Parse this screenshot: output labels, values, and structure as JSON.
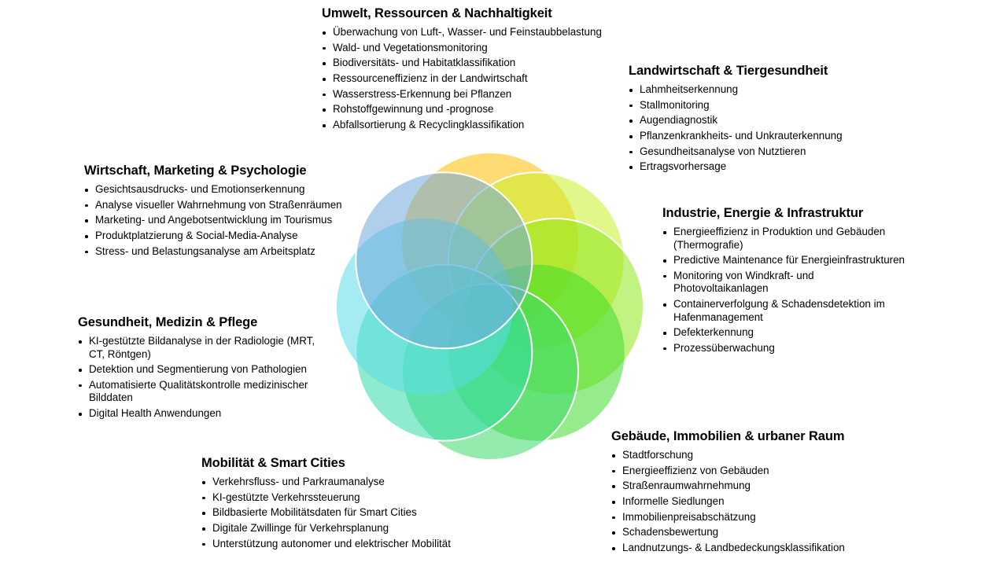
{
  "circles": [
    {
      "name": "top",
      "color": "#FFC000"
    },
    {
      "name": "top-right",
      "color": "#C8F02A"
    },
    {
      "name": "right",
      "color": "#8FE81A"
    },
    {
      "name": "bottom-right",
      "color": "#3FDC2A"
    },
    {
      "name": "bottom",
      "color": "#3CDB6A"
    },
    {
      "name": "bottom-left",
      "color": "#33DBA8"
    },
    {
      "name": "left",
      "color": "#5ADCE6"
    },
    {
      "name": "top-left",
      "color": "#6FA7DA"
    }
  ],
  "sections": [
    {
      "id": "umwelt",
      "title": "Umwelt, Ressourcen & Nachhaltigkeit",
      "items": [
        "Überwachung von Luft-, Wasser- und Feinstaubbelastung",
        "Wald- und Vegetationsmonitoring",
        "Biodiversitäts- und Habitatklassifikation",
        "Ressourceneffizienz in der Landwirtschaft",
        "Wasserstress-Erkennung bei Pflanzen",
        "Rohstoffgewinnung und -prognose",
        "Abfallsortierung & Recyclingklassifikation"
      ]
    },
    {
      "id": "landwirtschaft",
      "title": "Landwirtschaft & Tiergesundheit",
      "items": [
        "Lahmheitserkennung",
        "Stallmonitoring",
        "Augendiagnostik",
        "Pflanzenkrankheits- und Unkrauterkennung",
        "Gesundheitsanalyse von Nutztieren",
        "Ertragsvorhersage"
      ]
    },
    {
      "id": "wirtschaft",
      "title": "Wirtschaft, Marketing & Psychologie",
      "items": [
        "Gesichtsausdrucks- und Emotionserkennung",
        "Analyse visueller Wahrnehmung von Straßenräumen",
        "Marketing- und Angebotsentwicklung im Tourismus",
        "Produktplatzierung & Social-Media-Analyse",
        "Stress- und Belastungsanalyse am Arbeitsplatz"
      ]
    },
    {
      "id": "industrie",
      "title": "Industrie, Energie & Infrastruktur",
      "items": [
        "Energieeffizienz in Produktion und Gebäuden (Thermografie)",
        "Predictive Maintenance für Energieinfrastrukturen",
        "Monitoring von Windkraft- und Photovoltaikanlagen",
        "Containerverfolgung & Schadensdetektion im Hafenmanagement",
        "Defekterkennung",
        "Prozessüberwachung"
      ]
    },
    {
      "id": "gesundheit",
      "title": "Gesundheit, Medizin & Pflege",
      "items": [
        "KI-gestützte Bildanalyse in der Radiologie (MRT, CT, Röntgen)",
        "Detektion und Segmentierung von Pathologien",
        "Automatisierte Qualitätskontrolle medizinischer Bilddaten",
        "Digital Health Anwendungen"
      ]
    },
    {
      "id": "mobilitaet",
      "title": "Mobilität & Smart Cities",
      "items": [
        "Verkehrsfluss- und Parkraumanalyse",
        "KI-gestützte Verkehrssteuerung",
        "Bildbasierte Mobilitätsdaten für Smart Cities",
        "Digitale Zwillinge für Verkehrsplanung",
        "Unterstützung autonomer und elektrischer Mobilität"
      ]
    },
    {
      "id": "gebaeude",
      "title": "Gebäude, Immobilien & urbaner Raum",
      "items": [
        "Stadtforschung",
        "Energieeffizienz von Gebäuden",
        "Straßenraumwahrnehmung",
        "Informelle Siedlungen",
        "Immobilienpreisabschätzung",
        "Schadensbewertung",
        "Landnutzungs- & Landbedeckungsklassifikation"
      ]
    }
  ]
}
